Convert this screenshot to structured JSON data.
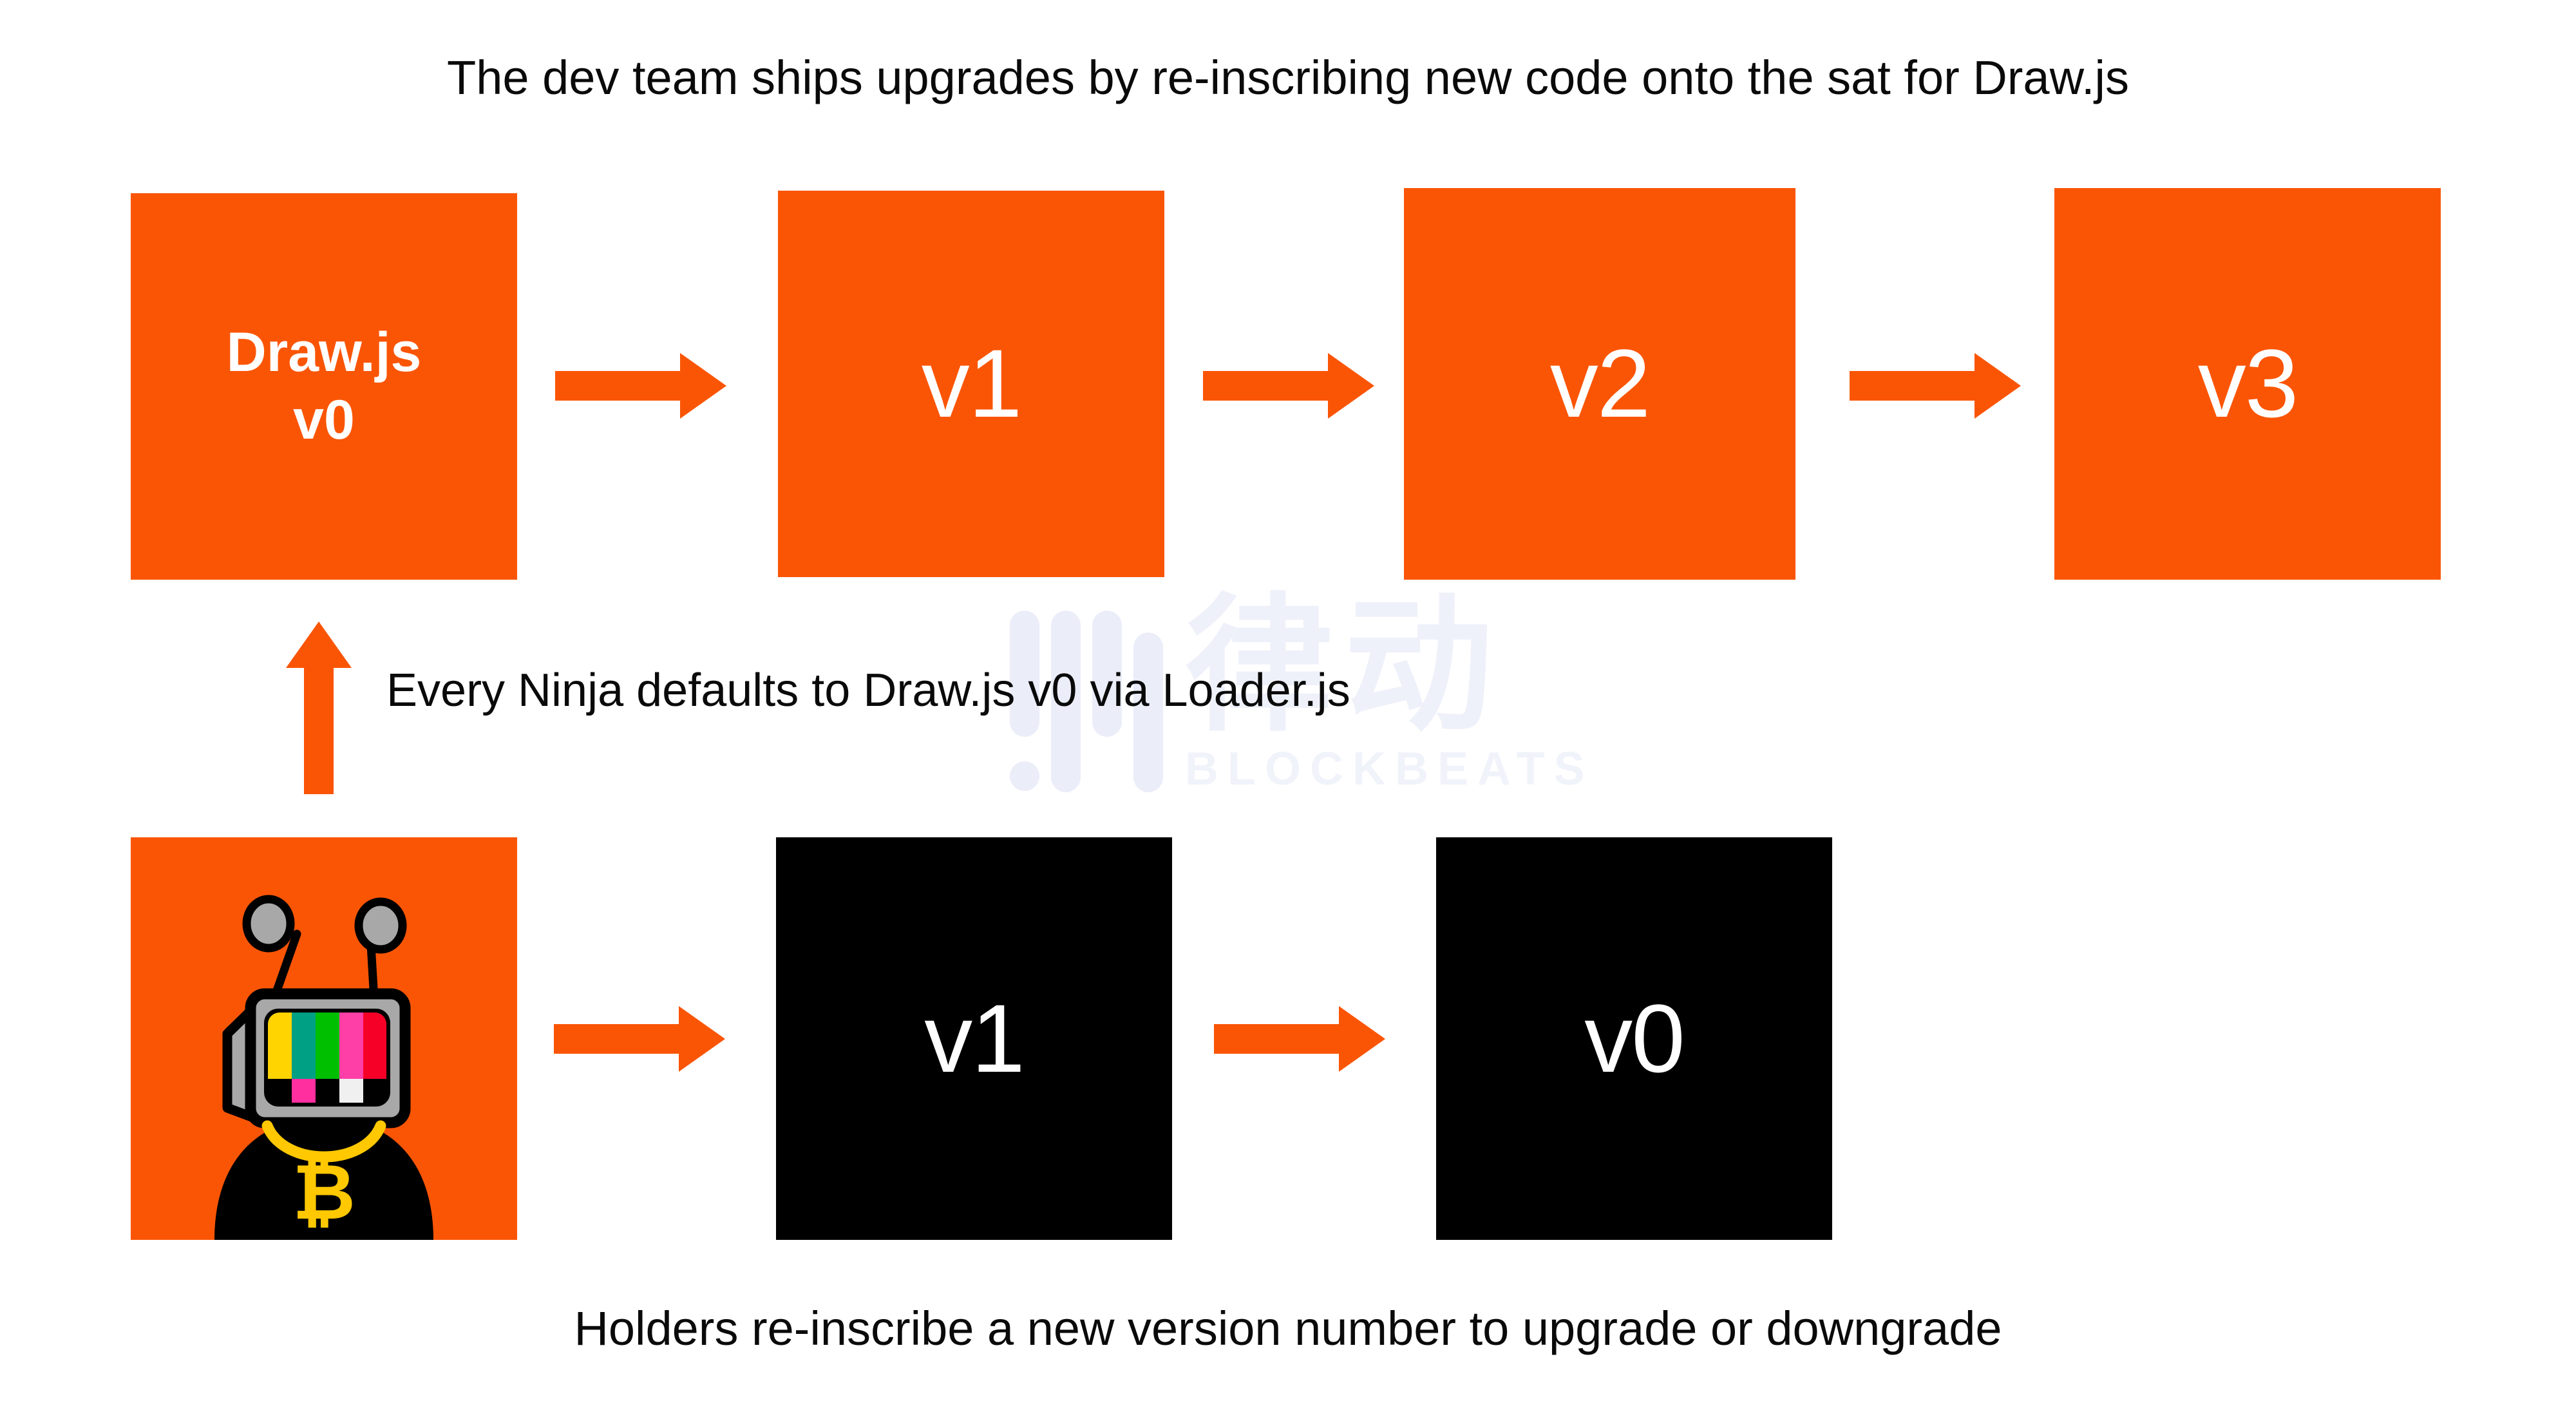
{
  "page": {
    "background_color": "#FFFFFF",
    "accent_color": "#FA5505",
    "text_color": "#0A0A0A"
  },
  "captions": {
    "top": "The dev team ships upgrades by re-inscribing new code onto the sat for Draw.js",
    "middle": "Every Ninja defaults to Draw.js v0 via Loader.js",
    "bottom": "Holders re-inscribe a new version number to upgrade or downgrade"
  },
  "watermark": {
    "cjk": "律动",
    "word": "BLOCKBEATS",
    "color": "#EEF0FA"
  },
  "flow_top": {
    "label": "dev-upgrade-flow",
    "nodes": [
      {
        "id": "draw-v0",
        "line1": "Draw.js",
        "line2": "v0",
        "style": "orange",
        "bold": true
      },
      {
        "id": "top-v1",
        "line1": "v1",
        "line2": "",
        "style": "orange",
        "bold": false
      },
      {
        "id": "top-v2",
        "line1": "v2",
        "line2": "",
        "style": "orange",
        "bold": false
      },
      {
        "id": "top-v3",
        "line1": "v3",
        "line2": "",
        "style": "orange",
        "bold": false
      }
    ],
    "arrow_direction": "right",
    "arrow_count": 3
  },
  "flow_bottom": {
    "label": "holder-reinscribe-flow",
    "nodes": [
      {
        "id": "ninja-avatar",
        "line1": "",
        "line2": "",
        "style": "avatar",
        "bold": false
      },
      {
        "id": "bottom-v1",
        "line1": "v1",
        "line2": "",
        "style": "black",
        "bold": false
      },
      {
        "id": "bottom-v0",
        "line1": "v0",
        "line2": "",
        "style": "black",
        "bold": false
      }
    ],
    "arrow_direction": "right",
    "arrow_count": 2
  },
  "connector": {
    "id": "loader-uplink",
    "direction": "up",
    "color": "#FA5505"
  },
  "avatar": {
    "name": "tv-head-ninja",
    "background": "#FA5505",
    "body_color": "#000000",
    "tv_body_color": "#A8A8A8",
    "tv_outline_color": "#000000",
    "chain_color": "#FFC800",
    "pendant_symbol": "₿",
    "screen_bars_top": [
      "#FFD400",
      "#00A085",
      "#00BF00",
      "#FF3FA8",
      "#F70028"
    ],
    "screen_bars_bottom": [
      "#000000",
      "#FF2FA0",
      "#000000",
      "#F0F0F0",
      "#000000"
    ]
  }
}
